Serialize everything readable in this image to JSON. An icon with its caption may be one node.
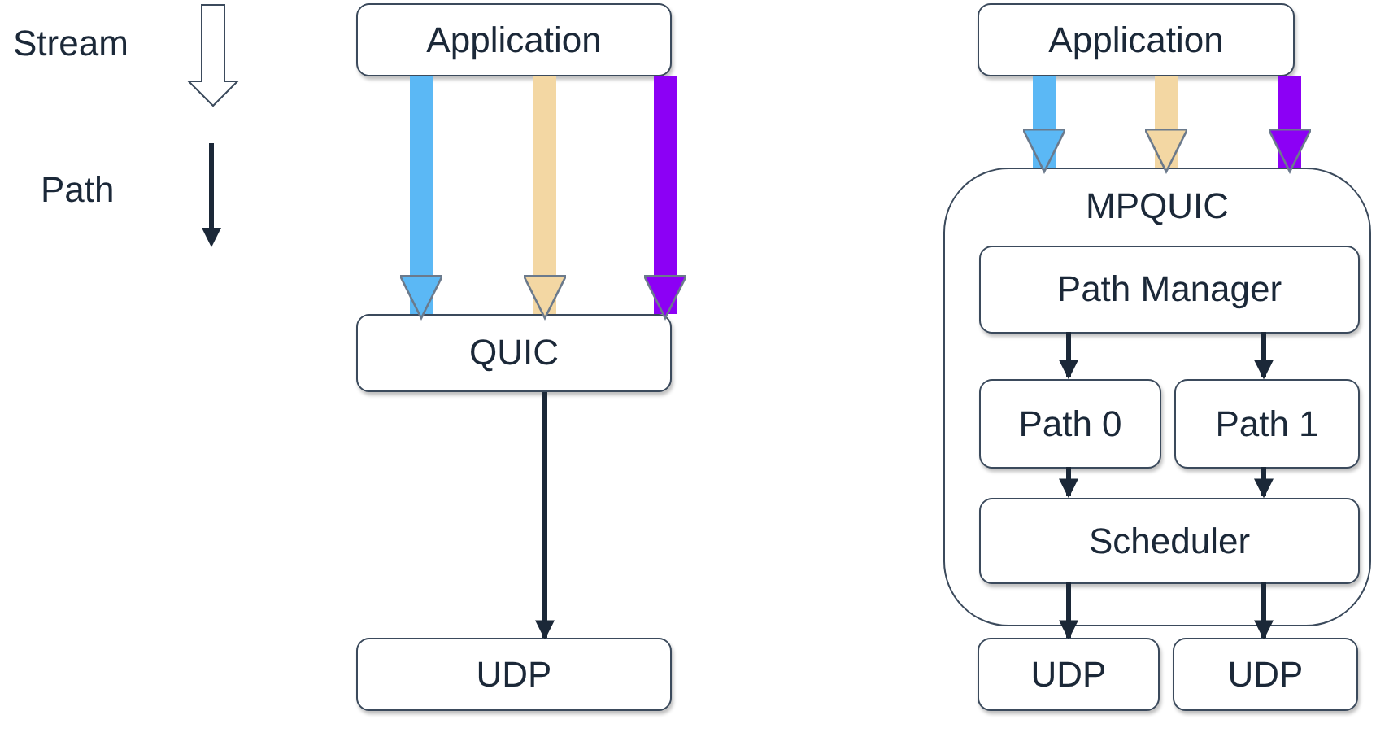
{
  "diagram": {
    "nodes": [
      {
        "text": [
          "Application"
        ]
      },
      {
        "text": [
          "QUIC"
        ]
      },
      {
        "text": [
          "UDP"
        ]
      },
      {
        "text": [
          "Application"
        ]
      },
      {
        "text": [
          "MPQUIC"
        ]
      },
      {
        "text": [
          "Path Manager"
        ],
        "in": 4
      },
      {
        "text": [
          "Path 0"
        ],
        "in": 4
      },
      {
        "text": [
          "Path 1"
        ],
        "in": 4
      },
      {
        "text": [
          "Scheduler"
        ],
        "in": 4
      },
      {
        "text": [
          "UDP"
        ]
      },
      {
        "text": [
          "UDP"
        ]
      }
    ],
    "edges": [
      {
        "from": 0,
        "to": 1,
        "arrow": "to",
        "style": "thick",
        "color": "#5bb8f5"
      },
      {
        "from": 0,
        "to": 1,
        "arrow": "to",
        "style": "thick",
        "color": "#f3d7a3"
      },
      {
        "from": 0,
        "to": 1,
        "arrow": "to",
        "style": "thick",
        "color": "#8c00f5"
      },
      {
        "from": 1,
        "to": 2,
        "arrow": "to"
      },
      {
        "from": 3,
        "to": 4,
        "arrow": "to",
        "style": "thick",
        "color": "#5bb8f5"
      },
      {
        "from": 3,
        "to": 4,
        "arrow": "to",
        "style": "thick",
        "color": "#f3d7a3"
      },
      {
        "from": 3,
        "to": 4,
        "arrow": "to",
        "style": "thick",
        "color": "#8c00f5"
      },
      {
        "from": 5,
        "to": 6,
        "arrow": "to"
      },
      {
        "from": 5,
        "to": 7,
        "arrow": "to"
      },
      {
        "from": 6,
        "to": 8,
        "arrow": "to"
      },
      {
        "from": 7,
        "to": 8,
        "arrow": "to"
      },
      {
        "from": 8,
        "to": 9,
        "arrow": "to"
      },
      {
        "from": 8,
        "to": 10,
        "arrow": "to"
      }
    ],
    "legend": [
      {
        "text": "Stream"
      },
      {
        "text": "Path"
      }
    ]
  }
}
